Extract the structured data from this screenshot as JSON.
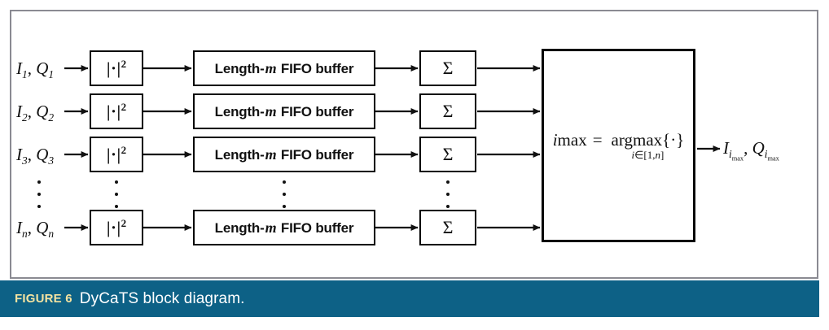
{
  "figure": {
    "caption_tag": "FIGURE 6",
    "caption_text": "DyCaTS block diagram.",
    "caption_bar_color": "#0d6186",
    "caption_tag_color": "#f4e3a1",
    "caption_text_color": "#ffffff",
    "frame_border_color": "#8a8a92",
    "node_border_color": "#000000",
    "background_color": "#ffffff"
  },
  "diagram": {
    "type": "block-diagram",
    "rows": [
      {
        "input_label_html": "I<sub>1</sub>, Q<sub>1</sub>",
        "input_I": "I",
        "input_I_sub": "1",
        "input_Q": "Q",
        "input_Q_sub": "1"
      },
      {
        "input_label_html": "I<sub>2</sub>, Q<sub>2</sub>",
        "input_I": "I",
        "input_I_sub": "2",
        "input_Q": "Q",
        "input_Q_sub": "2"
      },
      {
        "input_label_html": "I<sub>3</sub>, Q<sub>3</sub>",
        "input_I": "I",
        "input_I_sub": "3",
        "input_Q": "Q",
        "input_Q_sub": "3"
      },
      {
        "input_label_html": "I<sub>n</sub>, Q<sub>n</sub>",
        "input_I": "I",
        "input_I_sub": "n",
        "input_Q": "Q",
        "input_Q_sub": "n"
      }
    ],
    "magnitude_block": {
      "bars": "|·|",
      "exponent": "2",
      "full_label": "|·|²"
    },
    "fifo_block": {
      "prefix": "Length-",
      "variable": "m",
      "suffix": " FIFO buffer",
      "full_label": "Length-m FIFO buffer"
    },
    "sum_block": {
      "symbol": "Σ",
      "full_label": "Σ"
    },
    "argmax_block": {
      "lhs_var": "i",
      "lhs_sub": "max",
      "equals": "=",
      "operator": "argmax",
      "operand": "{·}",
      "under_var": "i",
      "under_set": "∈[1,n]",
      "full_label": "i_max = argmax_{i∈[1,n]} {·}"
    },
    "output_label": {
      "I_var": "I",
      "I_sub_var": "i",
      "I_sub_sub": "max",
      "comma": ",",
      "Q_var": "Q",
      "Q_sub_var": "i",
      "Q_sub_sub": "max",
      "full_label": "I_{i_max}, Q_{i_max}"
    },
    "ellipsis_symbol": "⋮",
    "ellipsis_columns": [
      "input-label",
      "magnitude",
      "fifo",
      "sum"
    ]
  }
}
